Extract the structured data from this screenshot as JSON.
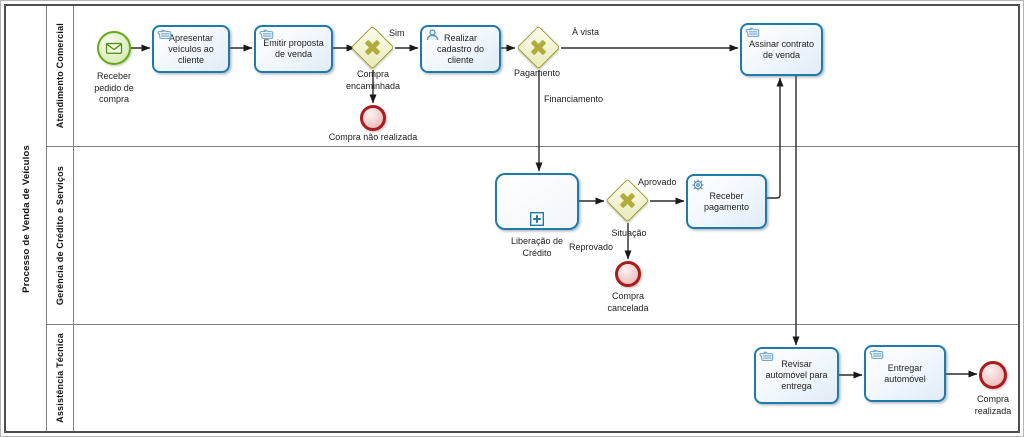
{
  "pool": {
    "title": "Processo de Venda de Veículos"
  },
  "lanes": [
    {
      "label": "Atendimento Comercial"
    },
    {
      "label": "Gerência de Crédito e Serviços"
    },
    {
      "label": "Assistência Técnica"
    }
  ],
  "nodes": {
    "start_event": {
      "label": "Receber pedido de compra",
      "type": "message-start-event"
    },
    "task_apresentar": {
      "label": "Apresentar veículos ao cliente",
      "type": "manual-task"
    },
    "task_emitir": {
      "label": "Emitir proposta de venda",
      "type": "manual-task"
    },
    "gateway_compra": {
      "label": "Compra encaminhada",
      "type": "exclusive-gateway"
    },
    "end_nao_realizada": {
      "label": "Compra não realizada",
      "type": "end-event"
    },
    "task_cadastro": {
      "label": "Realizar cadastro do cliente",
      "type": "user-task"
    },
    "gateway_pagamento": {
      "label": "Pagamento",
      "type": "exclusive-gateway"
    },
    "task_assinar": {
      "label": "Assinar contrato de venda",
      "type": "manual-task"
    },
    "subprocess_liberacao": {
      "label": "Liberação de Crédito",
      "type": "collapsed-subprocess"
    },
    "gateway_situacao": {
      "label": "Situação",
      "type": "exclusive-gateway"
    },
    "task_receber_pagamento": {
      "label": "Receber pagamento",
      "type": "service-task"
    },
    "end_cancelada": {
      "label": "Compra cancelada",
      "type": "end-event"
    },
    "task_revisar": {
      "label": "Revisar automóvel para entrega",
      "type": "manual-task"
    },
    "task_entregar": {
      "label": "Entregar automóvel",
      "type": "manual-task"
    },
    "end_realizada": {
      "label": "Compra realizada",
      "type": "end-event"
    }
  },
  "flow_labels": {
    "sim": "Sim",
    "a_vista": "À vista",
    "financiamento": "Financiamento",
    "aprovado": "Aprovado",
    "reprovado": "Reprovado"
  },
  "icons": {
    "start_event": "envelope-icon",
    "manual_task": "hand-icon",
    "user_task": "person-icon",
    "service_task": "gear-icon",
    "subprocess": "plus-box-icon",
    "exclusive_gateway": "x-marker-icon"
  },
  "colors": {
    "task_border": "#1f7aa6",
    "gateway_border": "#9f9b37",
    "gateway_marker": "#b1ad3c",
    "start_event_border": "#67a81c",
    "end_event_border": "#a51d1d",
    "flow_line": "#2b2b2b",
    "lane_divider": "#7f7f7f"
  }
}
